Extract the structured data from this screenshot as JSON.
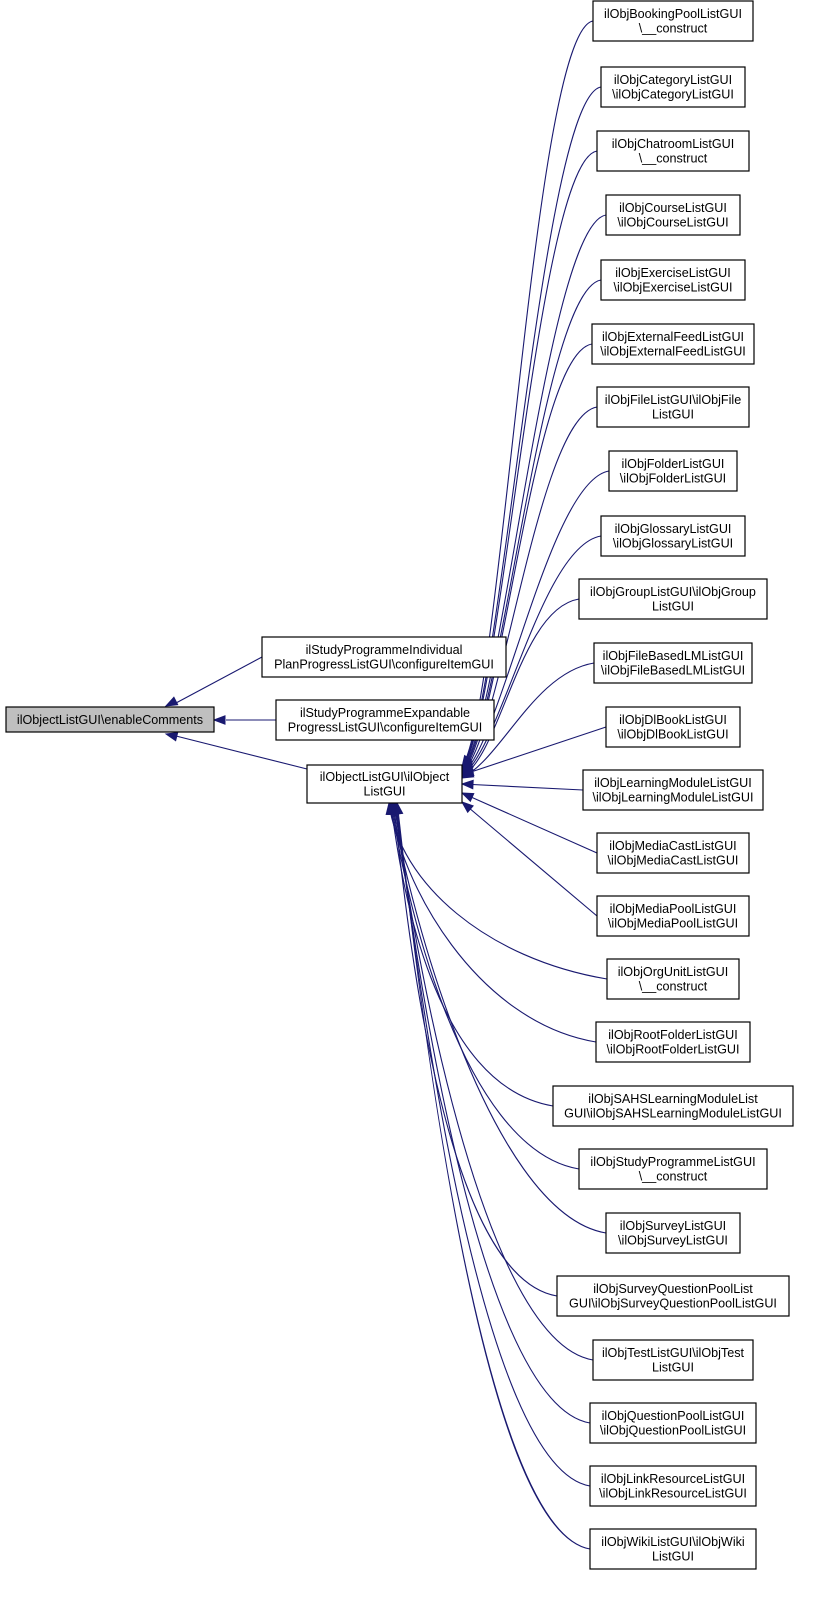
{
  "focus_node": {
    "label": "ilObjectListGUI\\enableComments"
  },
  "direct_callers": [
    {
      "label_lines": [
        "ilStudyProgrammeIndividual",
        "PlanProgressListGUI\\configureItemGUI"
      ]
    },
    {
      "label_lines": [
        "ilStudyProgrammeExpandable",
        "ProgressListGUI\\configureItemGUI"
      ]
    },
    {
      "label_lines": [
        "ilObjectListGUI\\ilObject",
        "ListGUI"
      ]
    }
  ],
  "subclass_callers": [
    {
      "label_lines": [
        "ilObjBookingPoolListGUI",
        "\\__construct"
      ]
    },
    {
      "label_lines": [
        "ilObjCategoryListGUI",
        "\\ilObjCategoryListGUI"
      ]
    },
    {
      "label_lines": [
        "ilObjChatroomListGUI",
        "\\__construct"
      ]
    },
    {
      "label_lines": [
        "ilObjCourseListGUI",
        "\\ilObjCourseListGUI"
      ]
    },
    {
      "label_lines": [
        "ilObjExerciseListGUI",
        "\\ilObjExerciseListGUI"
      ]
    },
    {
      "label_lines": [
        "ilObjExternalFeedListGUI",
        "\\ilObjExternalFeedListGUI"
      ]
    },
    {
      "label_lines": [
        "ilObjFileListGUI\\ilObjFile",
        "ListGUI"
      ]
    },
    {
      "label_lines": [
        "ilObjFolderListGUI",
        "\\ilObjFolderListGUI"
      ]
    },
    {
      "label_lines": [
        "ilObjGlossaryListGUI",
        "\\ilObjGlossaryListGUI"
      ]
    },
    {
      "label_lines": [
        "ilObjGroupListGUI\\ilObjGroup",
        "ListGUI"
      ]
    },
    {
      "label_lines": [
        "ilObjFileBasedLMListGUI",
        "\\ilObjFileBasedLMListGUI"
      ]
    },
    {
      "label_lines": [
        "ilObjDlBookListGUI",
        "\\ilObjDlBookListGUI"
      ]
    },
    {
      "label_lines": [
        "ilObjLearningModuleListGUI",
        "\\ilObjLearningModuleListGUI"
      ]
    },
    {
      "label_lines": [
        "ilObjMediaCastListGUI",
        "\\ilObjMediaCastListGUI"
      ]
    },
    {
      "label_lines": [
        "ilObjMediaPoolListGUI",
        "\\ilObjMediaPoolListGUI"
      ]
    },
    {
      "label_lines": [
        "ilObjOrgUnitListGUI",
        "\\__construct"
      ]
    },
    {
      "label_lines": [
        "ilObjRootFolderListGUI",
        "\\ilObjRootFolderListGUI"
      ]
    },
    {
      "label_lines": [
        "ilObjSAHSLearningModuleList",
        "GUI\\ilObjSAHSLearningModuleListGUI"
      ]
    },
    {
      "label_lines": [
        "ilObjStudyProgrammeListGUI",
        "\\__construct"
      ]
    },
    {
      "label_lines": [
        "ilObjSurveyListGUI",
        "\\ilObjSurveyListGUI"
      ]
    },
    {
      "label_lines": [
        "ilObjSurveyQuestionPoolList",
        "GUI\\ilObjSurveyQuestionPoolListGUI"
      ]
    },
    {
      "label_lines": [
        "ilObjTestListGUI\\ilObjTest",
        "ListGUI"
      ]
    },
    {
      "label_lines": [
        "ilObjQuestionPoolListGUI",
        "\\ilObjQuestionPoolListGUI"
      ]
    },
    {
      "label_lines": [
        "ilObjLinkResourceListGUI",
        "\\ilObjLinkResourceListGUI"
      ]
    },
    {
      "label_lines": [
        "ilObjWikiListGUI\\ilObjWiki",
        "ListGUI"
      ]
    }
  ],
  "colors": {
    "edge": "#191970",
    "focus_fill": "#bfbfbf",
    "node_fill": "#ffffff",
    "node_border": "#000000"
  }
}
